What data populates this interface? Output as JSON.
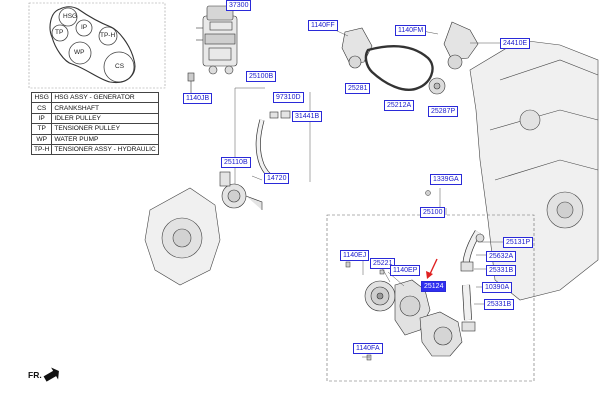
{
  "belt_diagram": {
    "labels": [
      "HSG",
      "IP",
      "TP",
      "TP-H",
      "WP",
      "CS"
    ]
  },
  "legend": [
    {
      "code": "HSG",
      "desc": "HSG ASSY - GENERATOR"
    },
    {
      "code": "CS",
      "desc": "CRANKSHAFT"
    },
    {
      "code": "IP",
      "desc": "IDLER PULLEY"
    },
    {
      "code": "TP",
      "desc": "TENSIONER PULLEY"
    },
    {
      "code": "WP",
      "desc": "WATER PUMP"
    },
    {
      "code": "TP-H",
      "desc": "TENSIONER ASSY - HYDRAULIC"
    }
  ],
  "callouts": {
    "c_37300": "37300",
    "c_1140jb": "1140JB",
    "c_25100b": "25100B",
    "c_97310d": "97310D",
    "c_31441b": "31441B",
    "c_25110b": "25110B",
    "c_14720": "14720",
    "c_1140ff": "1140FF",
    "c_1140fm": "1140FM",
    "c_24410e": "24410E",
    "c_25281": "25281",
    "c_25212a": "25212A",
    "c_25287p": "25287P",
    "c_1339ga": "1339GA",
    "c_25100": "25100",
    "c_25131p": "25131P",
    "c_25632a": "25632A",
    "c_25331b_a": "25331B",
    "c_1140ej": "1140EJ",
    "c_25221": "25221",
    "c_1140ep": "1140EP",
    "c_25124": "25124",
    "c_10390a": "10390A",
    "c_25331b_b": "25331B",
    "c_1140fa": "1140FA"
  },
  "orientation_label": "FR.",
  "colors": {
    "callout_blue": "#2a2ad8",
    "highlight_blue": "#2f2ff0",
    "pointer_red": "#e02020"
  }
}
